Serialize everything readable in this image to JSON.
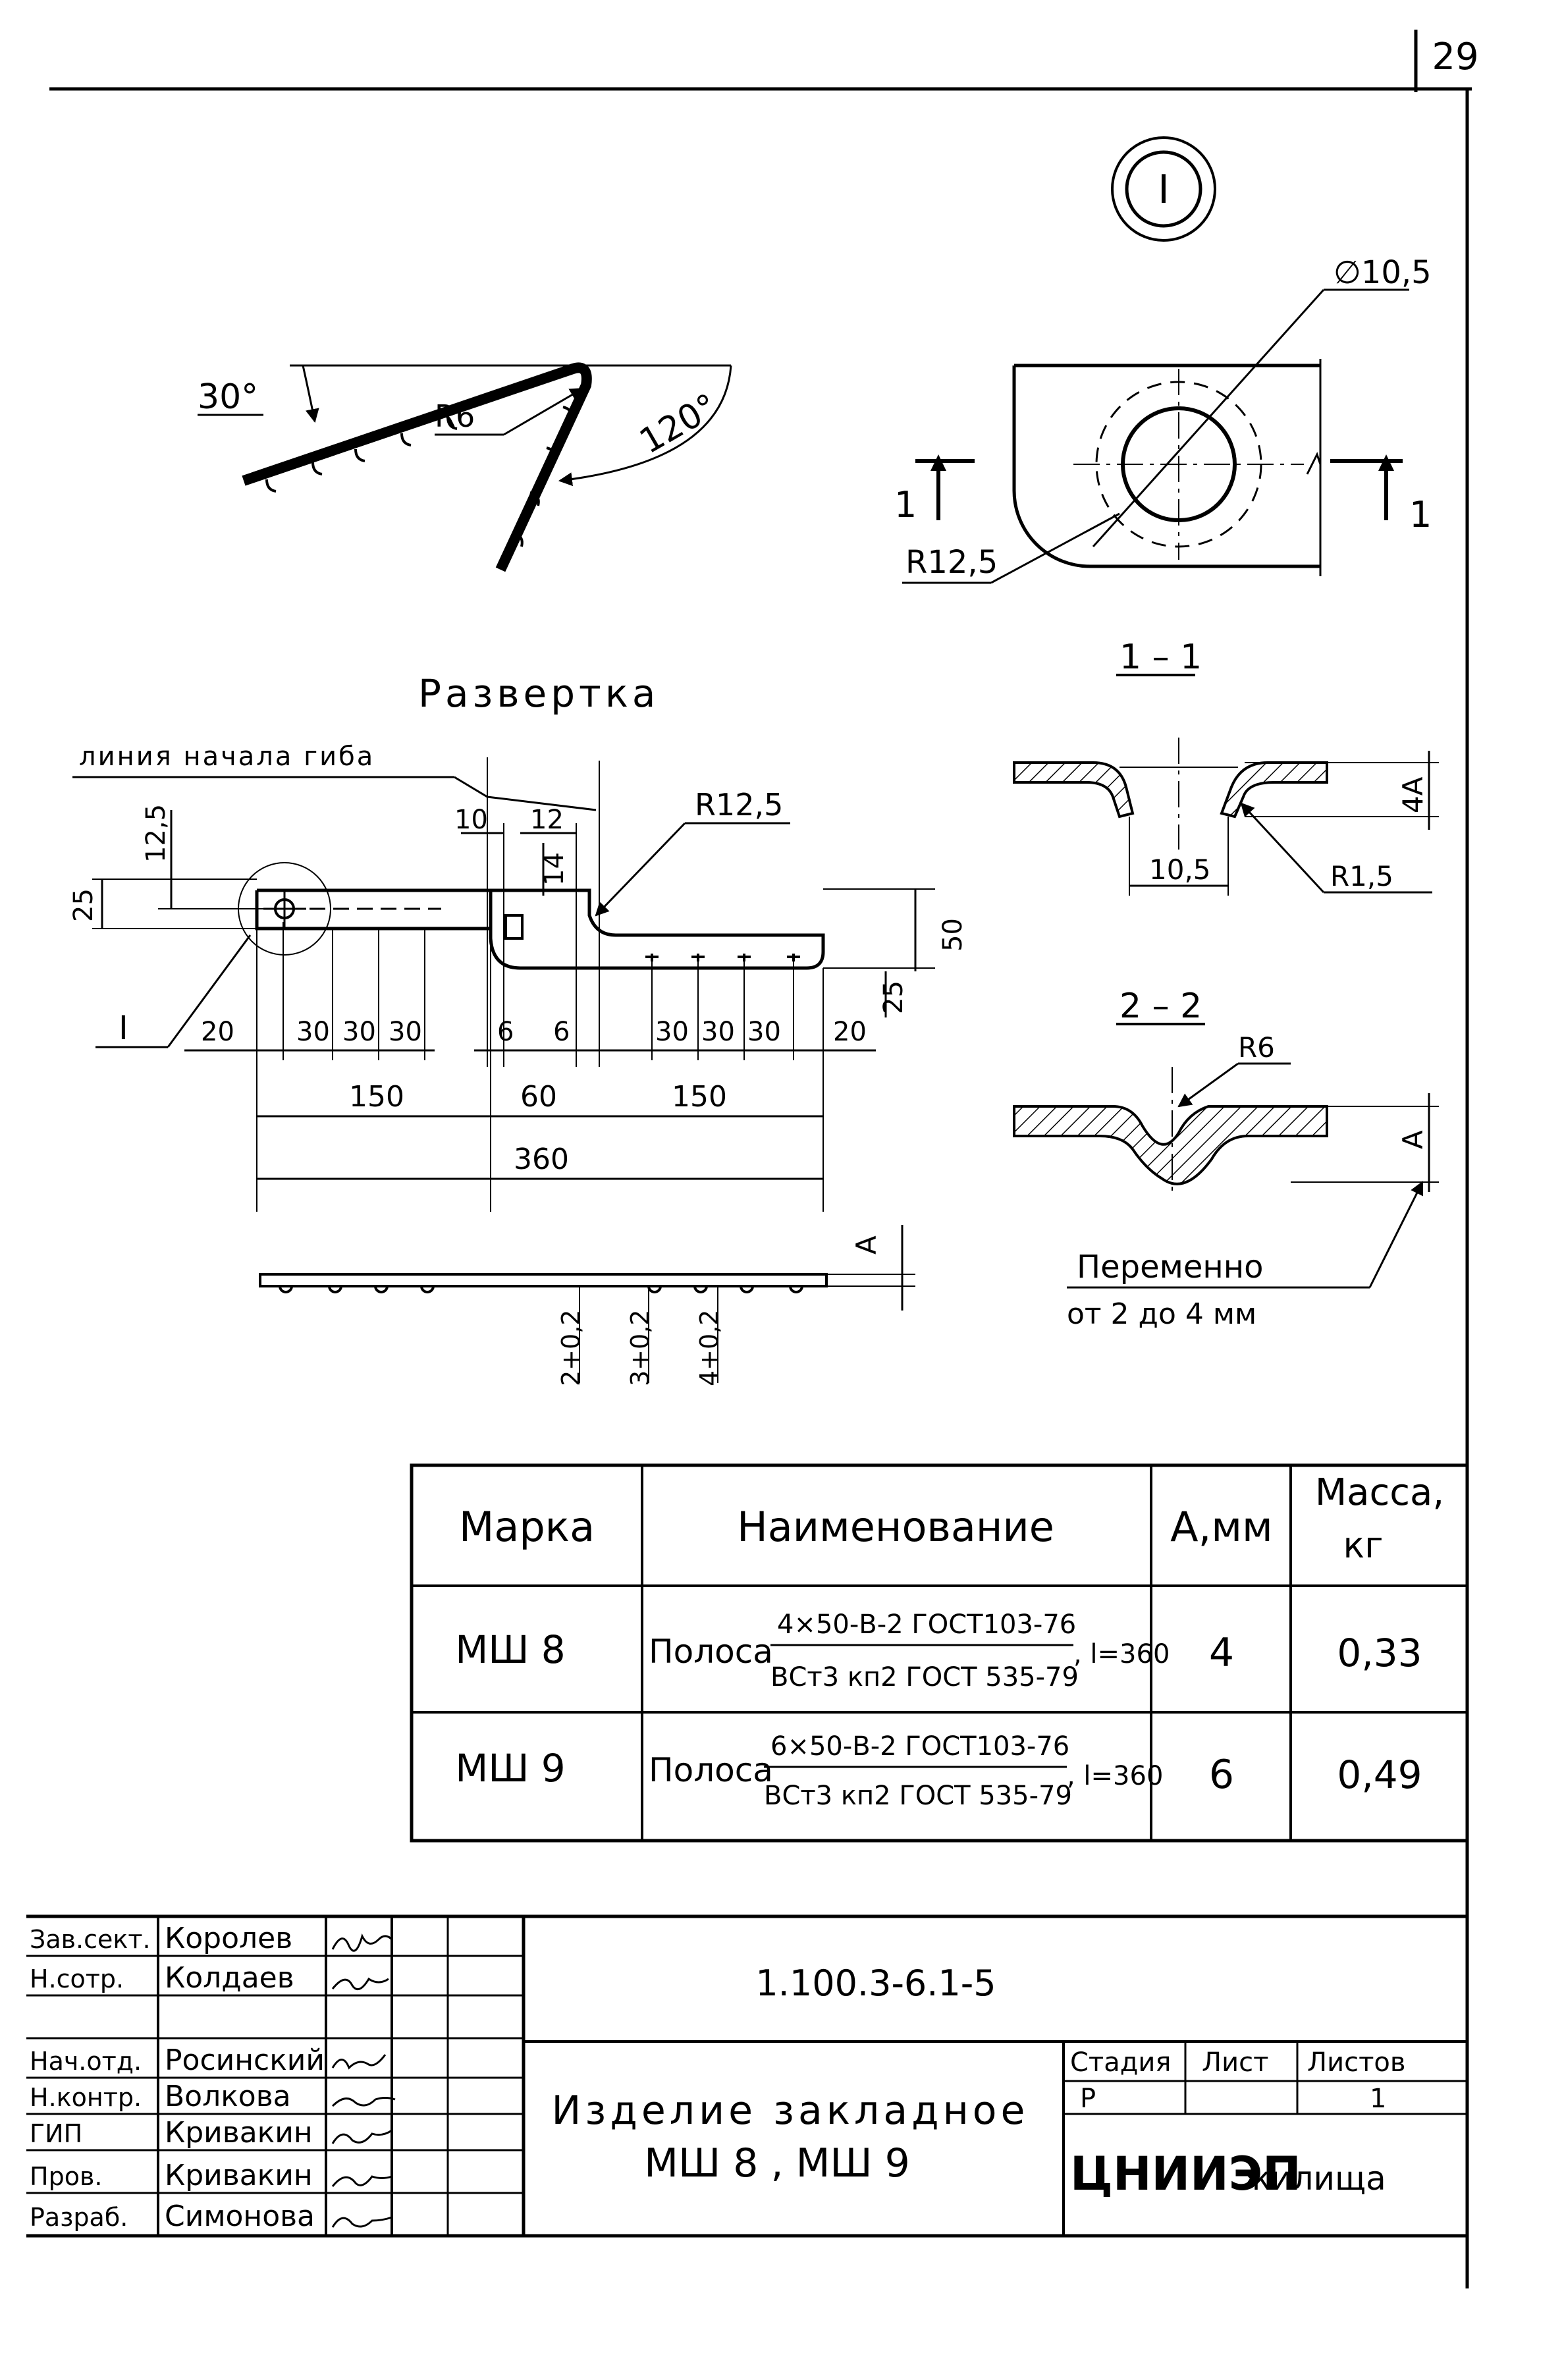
{
  "sheet": {
    "page_number": "29"
  },
  "detail_marker": "I",
  "detail": {
    "hole_dia": "∅10,5",
    "radius": "R12,5",
    "cut_left": "1",
    "cut_right": "1"
  },
  "bend_view": {
    "angle1": "30°",
    "angle2": "120°",
    "radius": "R6"
  },
  "razvertka": {
    "title": "Развертка",
    "bend_line_label": "линия начала гиба",
    "radius": "R12,5",
    "detail_ref": "I",
    "dims": {
      "d10": "10",
      "d12": "12",
      "d14": "14",
      "d12_5": "12,5",
      "d25_left": "25",
      "d50": "50",
      "d25_right": "25",
      "d20_left": "20",
      "d30_a": "30",
      "d30_b": "30",
      "d30_c": "30",
      "d6_a": "6",
      "d6_b": "6",
      "d30_d": "30",
      "d30_e": "30",
      "d30_f": "30",
      "d20_right": "20",
      "d150_left": "150",
      "d60": "60",
      "d150_right": "150",
      "d360": "360"
    }
  },
  "side_view": {
    "a_label": "A",
    "t1": "2+0,2",
    "t2": "3+0,2",
    "t3": "4+0,2"
  },
  "section_1_1": {
    "title": "1 – 1",
    "hole": "10,5",
    "a_label": "4A",
    "radius": "R1,5"
  },
  "section_2_2": {
    "title": "2 – 2",
    "radius": "R6",
    "a_label": "A",
    "note_line1": "Переменно",
    "note_line2": "от 2 до 4 мм"
  },
  "spec_table": {
    "headers": [
      "Марка",
      "Наименование",
      "А,мм",
      "Масса,",
      "кг"
    ],
    "rows": [
      {
        "mark": "МШ 8",
        "name_prefix": "Полоса",
        "name_top": "4×50-В-2 ГОСТ103-76",
        "name_bottom": "ВСт3 кп2 ГОСТ 535-79",
        "length": ", l=360",
        "a": "4",
        "mass": "0,33"
      },
      {
        "mark": "МШ 9",
        "name_prefix": "Полоса",
        "name_top": "6×50-В-2 ГОСТ103-76",
        "name_bottom": "ВСт3 кп2 ГОСТ 535-79",
        "length": ", l=360",
        "a": "6",
        "mass": "0,49"
      }
    ]
  },
  "title_block": {
    "doc_code": "1.100.3-6.1-5",
    "people": [
      {
        "role": "Зав.сект.",
        "name": "Королев"
      },
      {
        "role": "Н.сотр.",
        "name": "Колдаев"
      },
      {
        "role": "Нач.отд.",
        "name": "Росинский"
      },
      {
        "role": "Н.контр.",
        "name": "Волкова"
      },
      {
        "role": "ГИП",
        "name": "Кривакин"
      },
      {
        "role": "Пров.",
        "name": "Кривакин"
      },
      {
        "role": "Разраб.",
        "name": "Симонова"
      }
    ],
    "title_line1": "Изделие закладное",
    "title_line2": "МШ 8 , МШ 9",
    "stage_header": "Стадия",
    "sheet_header": "Лист",
    "sheets_header": "Листов",
    "stage": "Р",
    "sheets": "1",
    "org": "ЦНИИЭП",
    "org_suffix": "жилища"
  }
}
